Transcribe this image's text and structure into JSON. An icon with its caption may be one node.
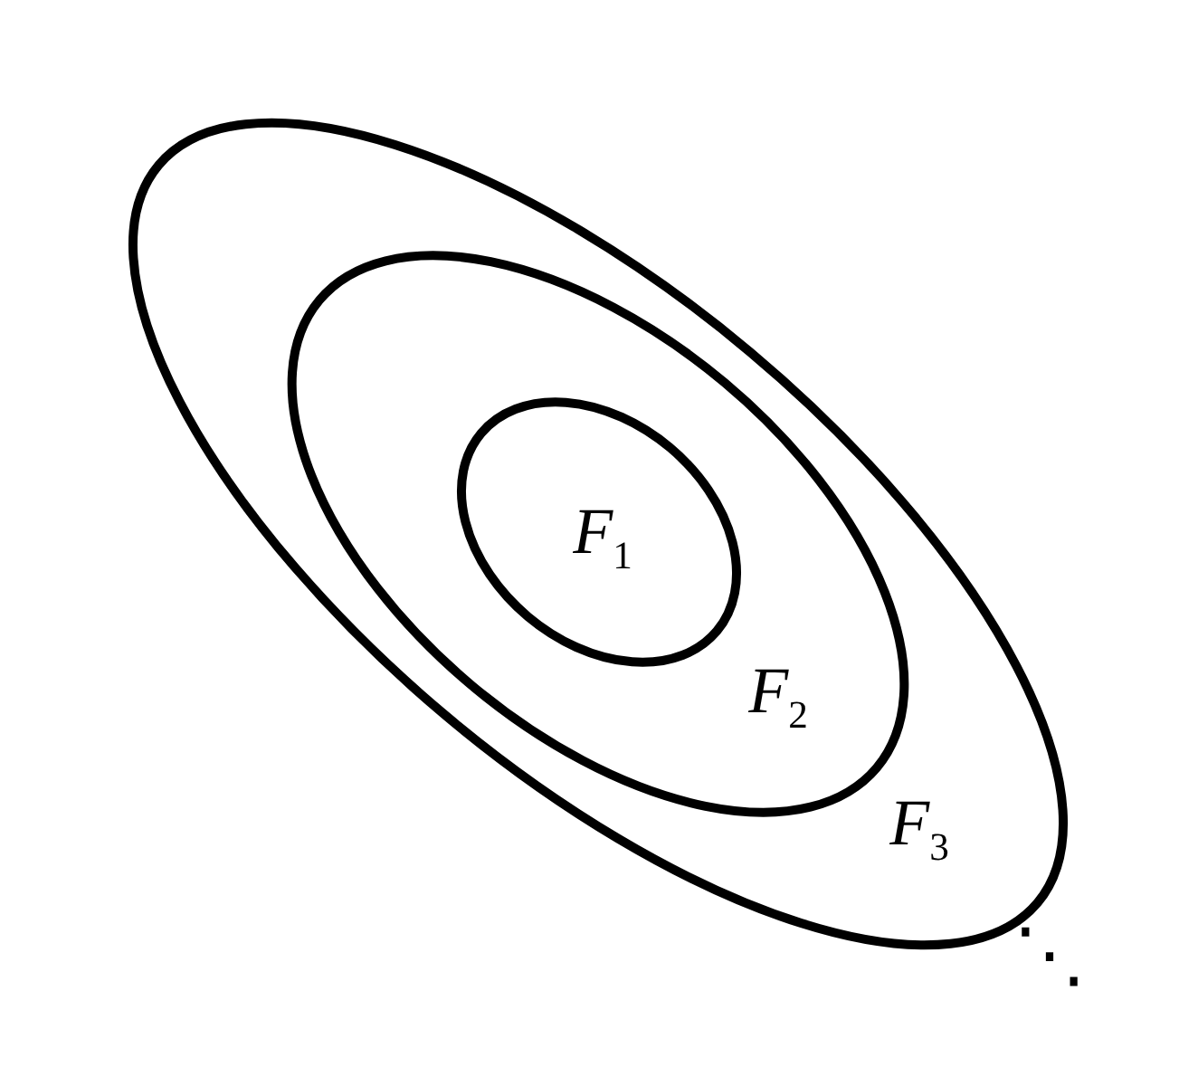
{
  "diagram": {
    "nodes": [
      {
        "text": [
          "*F*$_{3}$"
        ]
      },
      {
        "text": [
          "*F*$_{2}$"
        ],
        "in": 0
      },
      {
        "text": [
          "*F*$_{1}$"
        ],
        "in": 1
      }
    ],
    "edges": [],
    "labels": [
      "⋱"
    ]
  }
}
